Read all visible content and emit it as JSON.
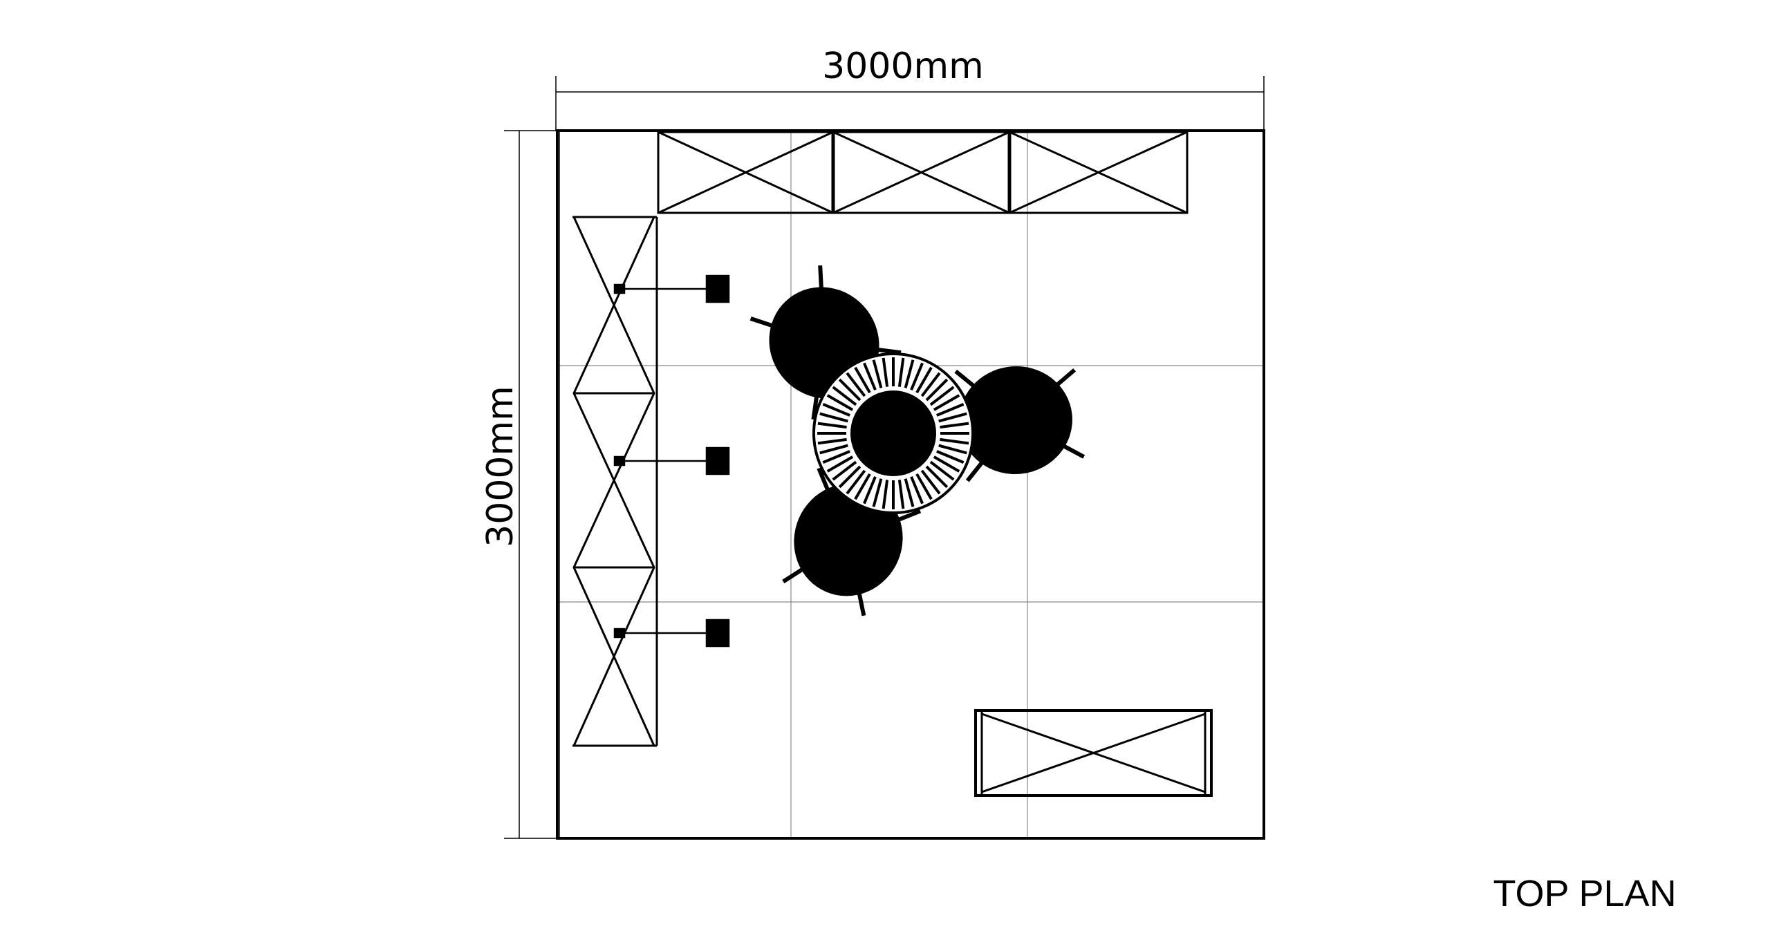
{
  "drawing": {
    "title": "TOP PLAN",
    "width_dimension": "3000mm",
    "depth_dimension": "3000mm"
  },
  "colors": {
    "line": "#000000",
    "grid": "#777777",
    "background": "#ffffff"
  }
}
